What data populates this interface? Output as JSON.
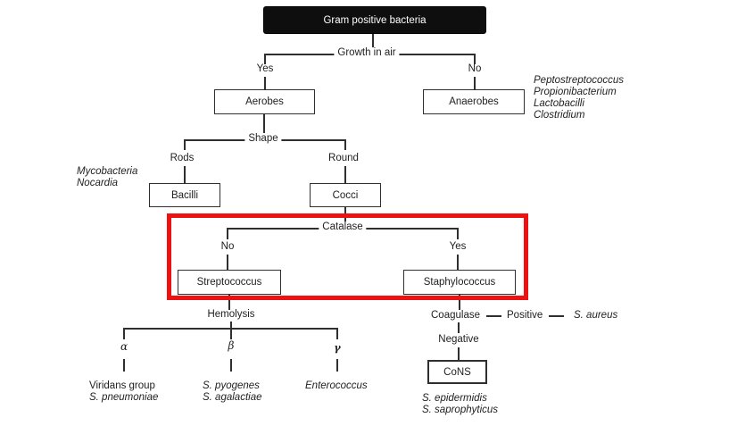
{
  "palette": {
    "line": "#2f2f2f",
    "highlight": "#ee1111",
    "root_bg": "#0e0e0e",
    "root_text": "#ffffff"
  },
  "nodes": {
    "root": "Gram positive bacteria",
    "growth_in_air": "Growth in air",
    "growth_yes": "Yes",
    "growth_no": "No",
    "aerobes": "Aerobes",
    "anaerobes": "Anaerobes",
    "anaerobe_species": [
      "Peptostreptococcus",
      "Propionibacterium",
      "Lactobacilli",
      "Clostridium"
    ],
    "shape": "Shape",
    "rods": "Rods",
    "round": "Round",
    "bacilli": "Bacilli",
    "cocci": "Cocci",
    "bacilli_species": [
      "Mycobacteria",
      "Nocardia"
    ],
    "catalase": "Catalase",
    "catalase_no": "No",
    "catalase_yes": "Yes",
    "streptococcus": "Streptococcus",
    "staphylococcus": "Staphylococcus",
    "hemolysis": "Hemolysis",
    "alpha": "α",
    "beta": "β",
    "gamma": "γ",
    "alpha_species": [
      "Viridans group",
      "S. pneumoniae"
    ],
    "beta_species": [
      "S. pyogenes",
      "S. agalactiae"
    ],
    "gamma_species": [
      "Enterococcus"
    ],
    "coagulase": "Coagulase",
    "coagulase_positive": "Positive",
    "aureus": "S. aureus",
    "coagulase_negative": "Negative",
    "cons": "CoNS",
    "cons_species": [
      "S. epidermidis",
      "S. saprophyticus"
    ]
  }
}
